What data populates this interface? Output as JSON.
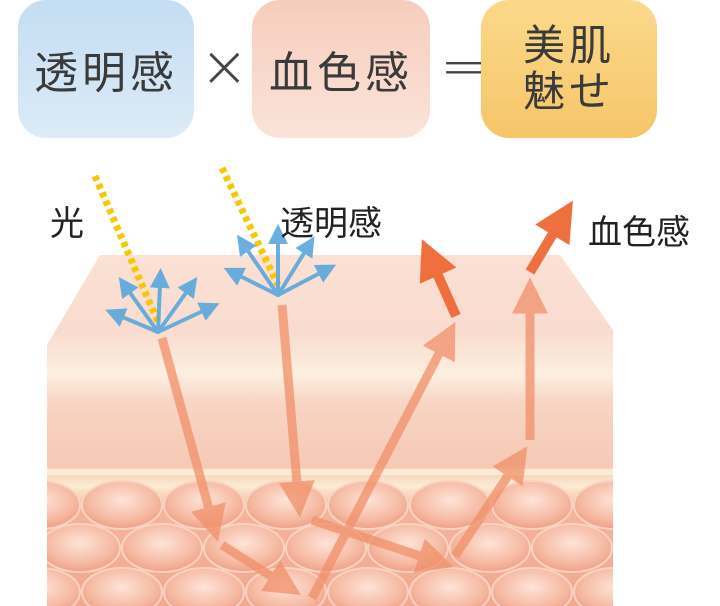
{
  "formula": {
    "term1": "透明感",
    "operator1": "×",
    "term2": "血色感",
    "operator2": "=",
    "result_line1": "美肌",
    "result_line2": "魅せ"
  },
  "diagram": {
    "label_light": "光",
    "label_transparency": "透明感",
    "label_redness": "血色感"
  },
  "colors": {
    "box_blue": "#c4ddf2",
    "box_pink": "#f6cdbd",
    "box_gold": "#f6c56a",
    "arrow_orange": "#f07a4a",
    "arrow_blue": "#5aa7dc",
    "light_ray": "#f7c800"
  }
}
